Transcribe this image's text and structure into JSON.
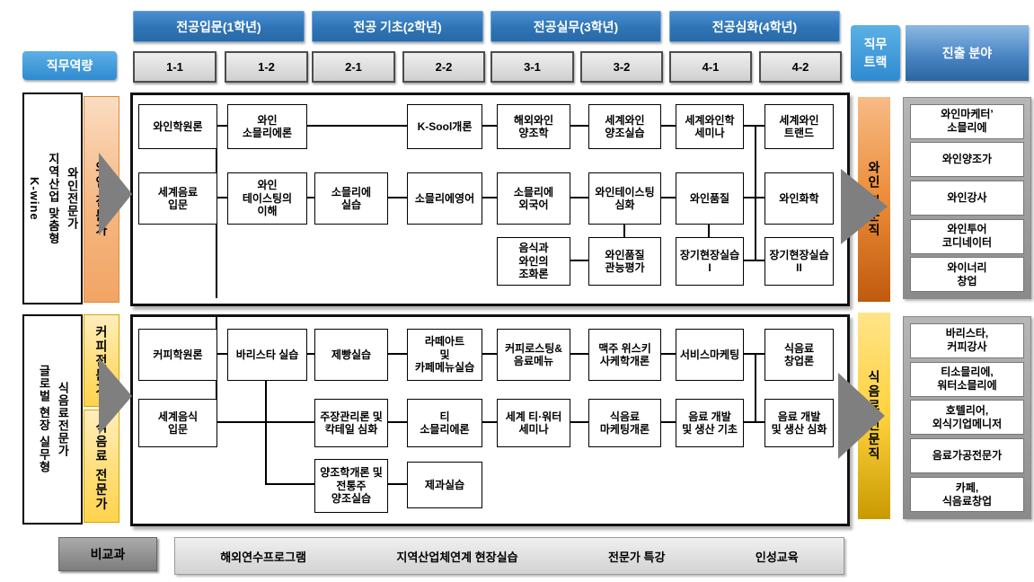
{
  "header": {
    "competency": "직무역량",
    "phases": [
      "전공입문(1학년)",
      "전공 기초(2학년)",
      "전공실무(3학년)",
      "전공심화(4학년)"
    ],
    "semesters": [
      "1-1",
      "1-2",
      "2-1",
      "2-2",
      "3-1",
      "3-2",
      "4-1",
      "4-2"
    ],
    "track": "직무 트랙",
    "advance": "진출 분야"
  },
  "colors": {
    "header_blue": "#2e74b5",
    "light_blue": "#3f97d8",
    "wine_orange": "#f6b680",
    "wine_bar_orange": "#d96b1a",
    "food_yellow": "#ffd34d",
    "food_bar_gold": "#e3b200",
    "arrow_gray": "#7f7f7f"
  },
  "wine": {
    "left_label": "와인전문가\n지역산업 맞춤형\nK-wine",
    "track_label": "와인 전문가",
    "job_label": "와인 전문직",
    "row1": [
      "와인학원론",
      "와인\n소믈리에론",
      "K-Sool개론",
      "해외와인\n양조학",
      "세계와인\n양조실습",
      "세계와인학\n세미나",
      "세계와인\n트랜드"
    ],
    "row2": [
      "세계음료\n입문",
      "와인\n테이스팅의\n이해",
      "소믈리에\n실습",
      "소믈리에영어",
      "소믈리에\n외국어",
      "와인테이스팅\n심화",
      "와인품질",
      "와인화학"
    ],
    "row3": [
      "음식과\n와인의\n조화론",
      "와인품질\n관능평가",
      "장기현장실습\nI",
      "장기현장실습\nII"
    ],
    "careers": [
      "와인마케터’\n소믈리에",
      "와인양조가",
      "와인강사",
      "와인투어\n코디네이터",
      "와이너리\n창업"
    ]
  },
  "food": {
    "left_label": "식음료전문가\n글로벌 현장 실무형",
    "track_label_coffee": "커피전문가",
    "track_label_beverage": "식음료 전문가",
    "job_label": "식음료 전문직",
    "row1": [
      "커피학원론",
      "바리스타 실습",
      "제빵실습",
      "라떼아트\n및\n카페메뉴실습",
      "커피로스팅&\n음료메뉴",
      "맥주 위스키\n사케학개론",
      "서비스마케팅",
      "식음료\n창업론"
    ],
    "row2": [
      "세계음식\n입문",
      "주장관리론 및\n칵테일 심화",
      "티\n소믈리에론",
      "세계 티·워터\n세미나",
      "식음료\n마케팅개론",
      "음료 개발\n및 생산 기초",
      "음료 개발\n및 생산 심화"
    ],
    "row3": [
      "양조학개론 및\n전통주\n양조실습",
      "제과실습"
    ],
    "careers": [
      "바리스타,\n커피강사",
      "티소믈리에,\n워터소믈리에",
      "호텔리어,\n외식기업메니저",
      "음료가공전문가",
      "카페,\n식음료창업"
    ]
  },
  "extra": {
    "label": "비교과",
    "items": [
      "해외연수프로그램",
      "지역산업체연계 현장실습",
      "전문가 특강",
      "인성교육"
    ]
  }
}
